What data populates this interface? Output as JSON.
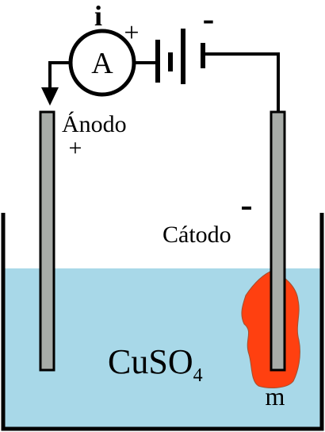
{
  "labels": {
    "current": "i",
    "ammeter": "A",
    "battery_positive": "+",
    "battery_negative": "-",
    "anode": "Ánodo",
    "anode_sign": "+",
    "cathode": "Cátodo",
    "cathode_sign": "-",
    "solution_main": "CuSO",
    "solution_subscript": "4",
    "deposit_mass": "m"
  },
  "colors": {
    "electrolyte": "#a8d8e8",
    "electrode": "#a8aca8",
    "copper_deposit": "#ff4010",
    "wire": "#000000"
  }
}
